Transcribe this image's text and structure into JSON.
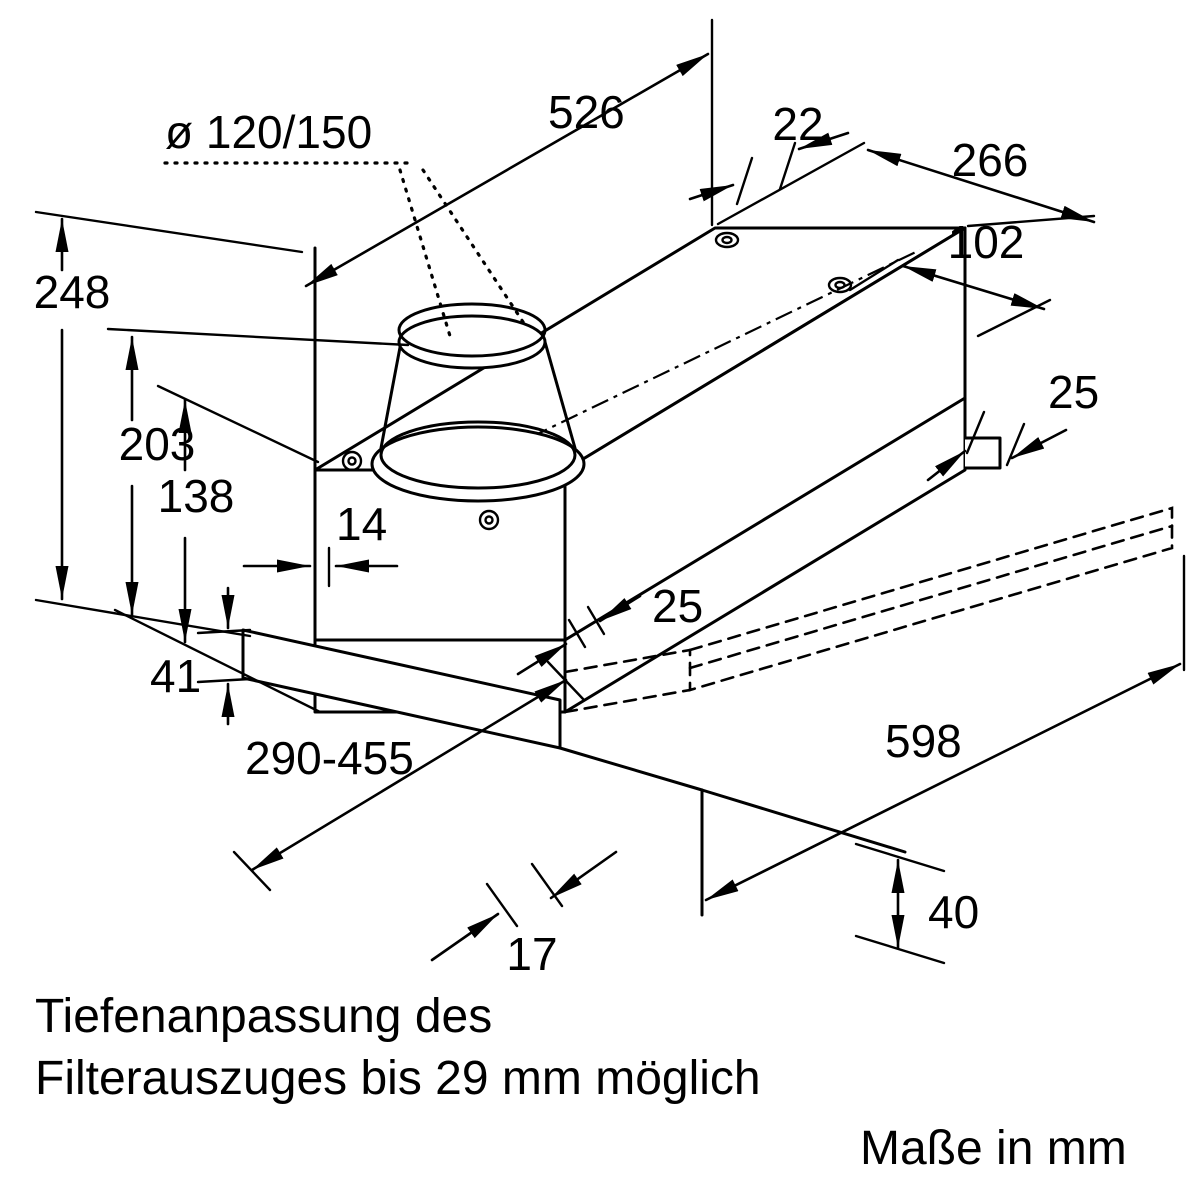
{
  "diagram": {
    "kind": "installation-dimension-drawing",
    "subject": "telescopic cooker hood (Flachschirmhaube) with pull-out filter drawer",
    "units_note": "Maße in mm",
    "caption_line1": "Tiefenanpassung des",
    "caption_line2": "Filterauszuges bis 29 mm möglich",
    "colors": {
      "line": "#000000",
      "background": "#ffffff"
    },
    "dimensions": {
      "duct_diameter": "ø 120/150",
      "top_depth": "526",
      "rear_flange_depth": "22",
      "rear_width_outer": "266",
      "rear_width_inner": "102",
      "rear_side_gap": "25",
      "height_total": "248",
      "height_to_duct": "203",
      "body_height": "138",
      "front_recess": "14",
      "front_offset": "25",
      "panel_strip_height": "41",
      "pullout_depth_range": "290-455",
      "appliance_width": "598",
      "bottom_gap": "17",
      "drawer_front_height": "40"
    }
  }
}
